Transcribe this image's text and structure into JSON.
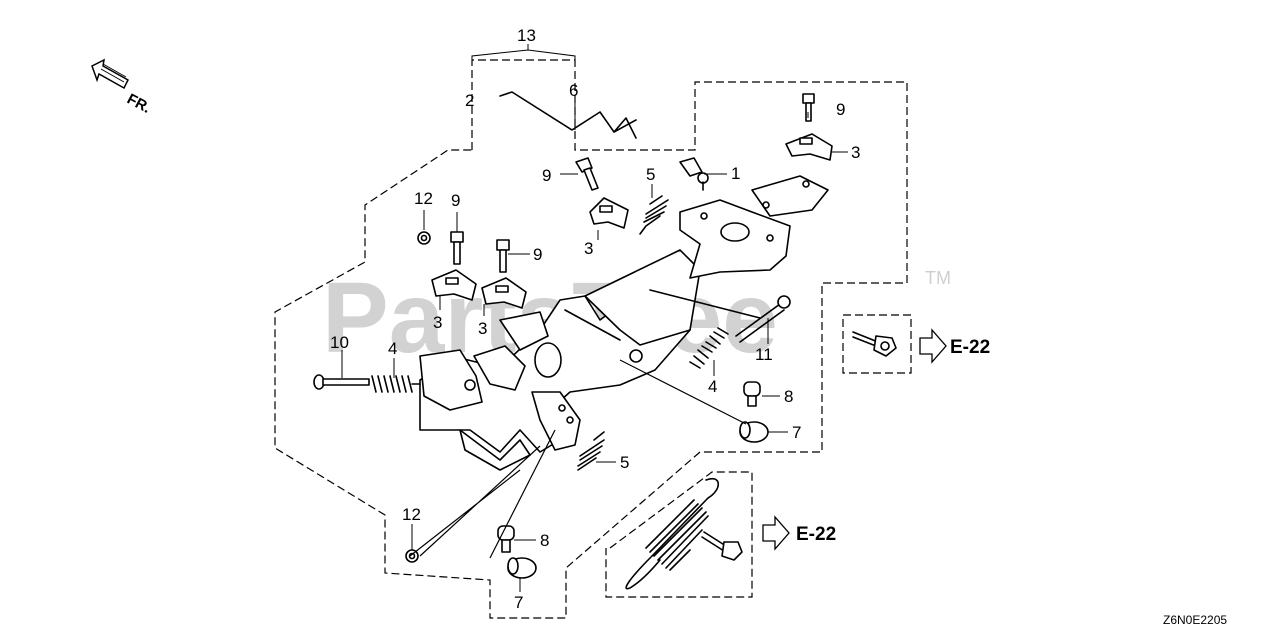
{
  "watermark": {
    "text": "PartsTree",
    "trademark": "TM"
  },
  "direction": {
    "label": "FR."
  },
  "diagram_code": "Z6N0E2205",
  "references": [
    {
      "id": "ref-upper",
      "label": "E-22"
    },
    {
      "id": "ref-lower",
      "label": "E-22"
    }
  ],
  "callouts": [
    {
      "id": "c13",
      "label": "13"
    },
    {
      "id": "c2",
      "label": "2"
    },
    {
      "id": "c6",
      "label": "6"
    },
    {
      "id": "c9a",
      "label": "9"
    },
    {
      "id": "c3a",
      "label": "3"
    },
    {
      "id": "c1",
      "label": "1"
    },
    {
      "id": "c9b",
      "label": "9"
    },
    {
      "id": "c5a",
      "label": "5"
    },
    {
      "id": "c3b",
      "label": "3"
    },
    {
      "id": "c12a",
      "label": "12"
    },
    {
      "id": "c9c",
      "label": "9"
    },
    {
      "id": "c9d",
      "label": "9"
    },
    {
      "id": "c3c",
      "label": "3"
    },
    {
      "id": "c3d",
      "label": "3"
    },
    {
      "id": "c11",
      "label": "11"
    },
    {
      "id": "c10",
      "label": "10"
    },
    {
      "id": "c4a",
      "label": "4"
    },
    {
      "id": "c4b",
      "label": "4"
    },
    {
      "id": "c8a",
      "label": "8"
    },
    {
      "id": "c7a",
      "label": "7"
    },
    {
      "id": "c5b",
      "label": "5"
    },
    {
      "id": "c12b",
      "label": "12"
    },
    {
      "id": "c8b",
      "label": "8"
    },
    {
      "id": "c7b",
      "label": "7"
    }
  ]
}
